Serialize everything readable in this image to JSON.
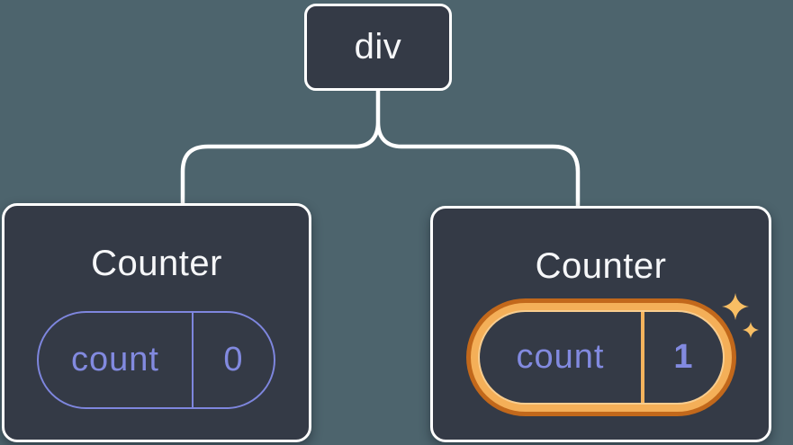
{
  "tree": {
    "root": {
      "label": "div"
    },
    "children": [
      {
        "title": "Counter",
        "state_key": "count",
        "state_value": "0",
        "highlighted": false
      },
      {
        "title": "Counter",
        "state_key": "count",
        "state_value": "1",
        "highlighted": true
      }
    ]
  },
  "colors": {
    "background": "#4D646D",
    "node_fill": "#343A46",
    "node_border": "#FFFFFF",
    "state_accent": "#7E86DE",
    "highlight_ring_outer": "#C2681B",
    "highlight_ring_inner": "#F4AF58",
    "highlight_divider": "#F4B35D",
    "sparkle": "#F8BE64",
    "text_primary": "#F6F7F9"
  },
  "icons": {
    "sparkle_large": "sparkle-icon",
    "sparkle_small": "sparkle-icon"
  }
}
